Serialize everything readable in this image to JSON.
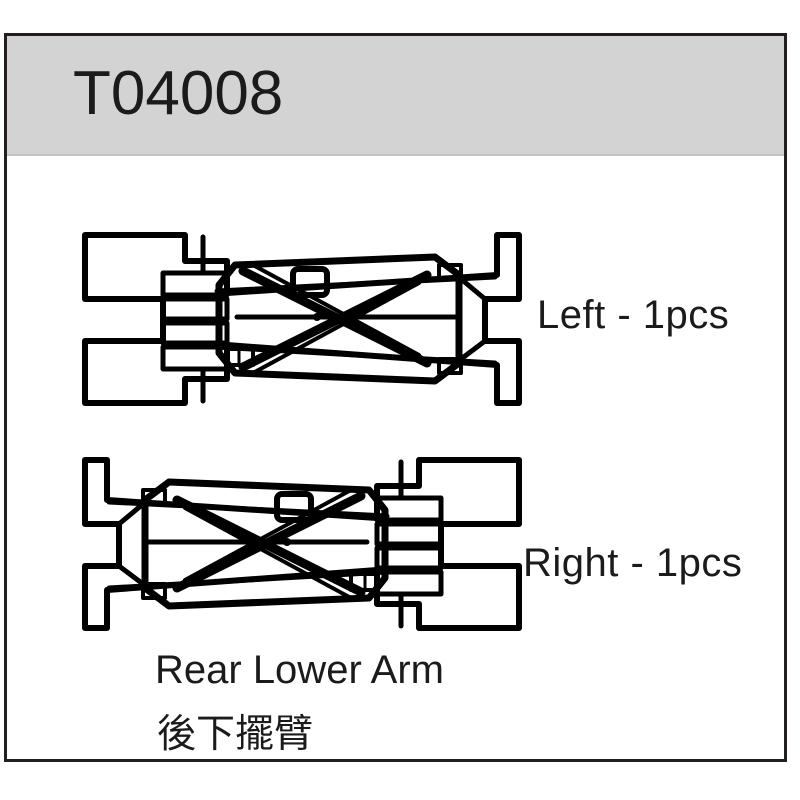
{
  "header": {
    "part_number": "T04008",
    "band_color": "#d3d3d3",
    "text_color": "#1b1b1b"
  },
  "frame": {
    "border_color": "#231f20",
    "background": "#ffffff"
  },
  "parts": [
    {
      "id": "rear-lower-arm-left",
      "icon_name": "rear-lower-arm-left-drawing",
      "side": "Left",
      "quantity_label": "Left - 1pcs",
      "quantity": 1,
      "unit": "pcs",
      "hinge_mount_side": "left",
      "hub_mount_side": "right"
    },
    {
      "id": "rear-lower-arm-right",
      "icon_name": "rear-lower-arm-right-drawing",
      "side": "Right",
      "quantity_label": "Right - 1pcs",
      "quantity": 1,
      "unit": "pcs",
      "hinge_mount_side": "right",
      "hub_mount_side": "left"
    }
  ],
  "caption": {
    "english": "Rear Lower Arm",
    "chinese": "後下擺臂"
  },
  "drawing": {
    "line_color": "#000000",
    "fill_color": "#ffffff",
    "style": "technical-line-art"
  }
}
